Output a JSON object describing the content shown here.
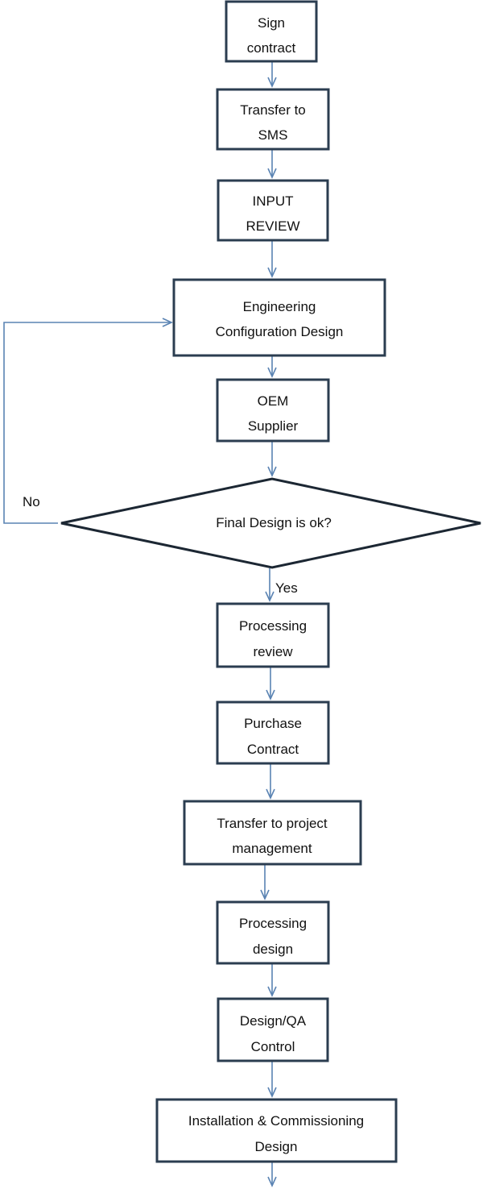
{
  "diagram": {
    "colors": {
      "box_border": "#2b3d50",
      "connector": "#5a83b3",
      "text": "#111111",
      "background": "#ffffff"
    },
    "steps": {
      "sign_contract": [
        "Sign",
        "contract"
      ],
      "transfer_sms": [
        "Transfer to",
        "SMS"
      ],
      "input_review": [
        "INPUT",
        "REVIEW"
      ],
      "engineering_design": [
        "Engineering",
        "Configuration Design"
      ],
      "oem_supplier": [
        "OEM",
        "Supplier"
      ],
      "processing_review": [
        "Processing",
        "review"
      ],
      "purchase_contract": [
        "Purchase",
        "Contract"
      ],
      "transfer_pm": [
        "Transfer to project",
        "management"
      ],
      "processing_design": [
        "Processing",
        "design"
      ],
      "design_qa": [
        "Design/QA",
        "Control"
      ],
      "installation": [
        "Installation & Commissioning",
        "Design"
      ]
    },
    "decision": {
      "text": "Final Design is ok?",
      "no_label": "No",
      "yes_label": "Yes"
    }
  }
}
